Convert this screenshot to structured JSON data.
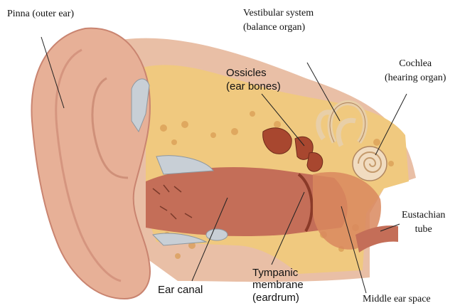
{
  "labels": {
    "pinna": "Pinna (outer ear)",
    "vestibular_line1": "Vestibular system",
    "vestibular_line2": "(balance organ)",
    "ossicles_line1": "Ossicles",
    "ossicles_line2": "(ear bones)",
    "cochlea_line1": "Cochlea",
    "cochlea_line2": "(hearing organ)",
    "eustachian_line1": "Eustachian",
    "eustachian_line2": "tube",
    "ear_canal": "Ear canal",
    "tympanic_line1": "Tympanic",
    "tympanic_line2": "membrane",
    "tympanic_line3": "(eardrum)",
    "middle_ear": "Middle ear space"
  },
  "colors": {
    "skin": "#e7b097",
    "skin_dark": "#c98470",
    "bone": "#f2cf86",
    "bone_dark": "#d99a55",
    "canal": "#c46e58",
    "cartilage": "#c8cfd6",
    "cochlea": "#f1dcc0",
    "ossicle": "#a8472f"
  }
}
